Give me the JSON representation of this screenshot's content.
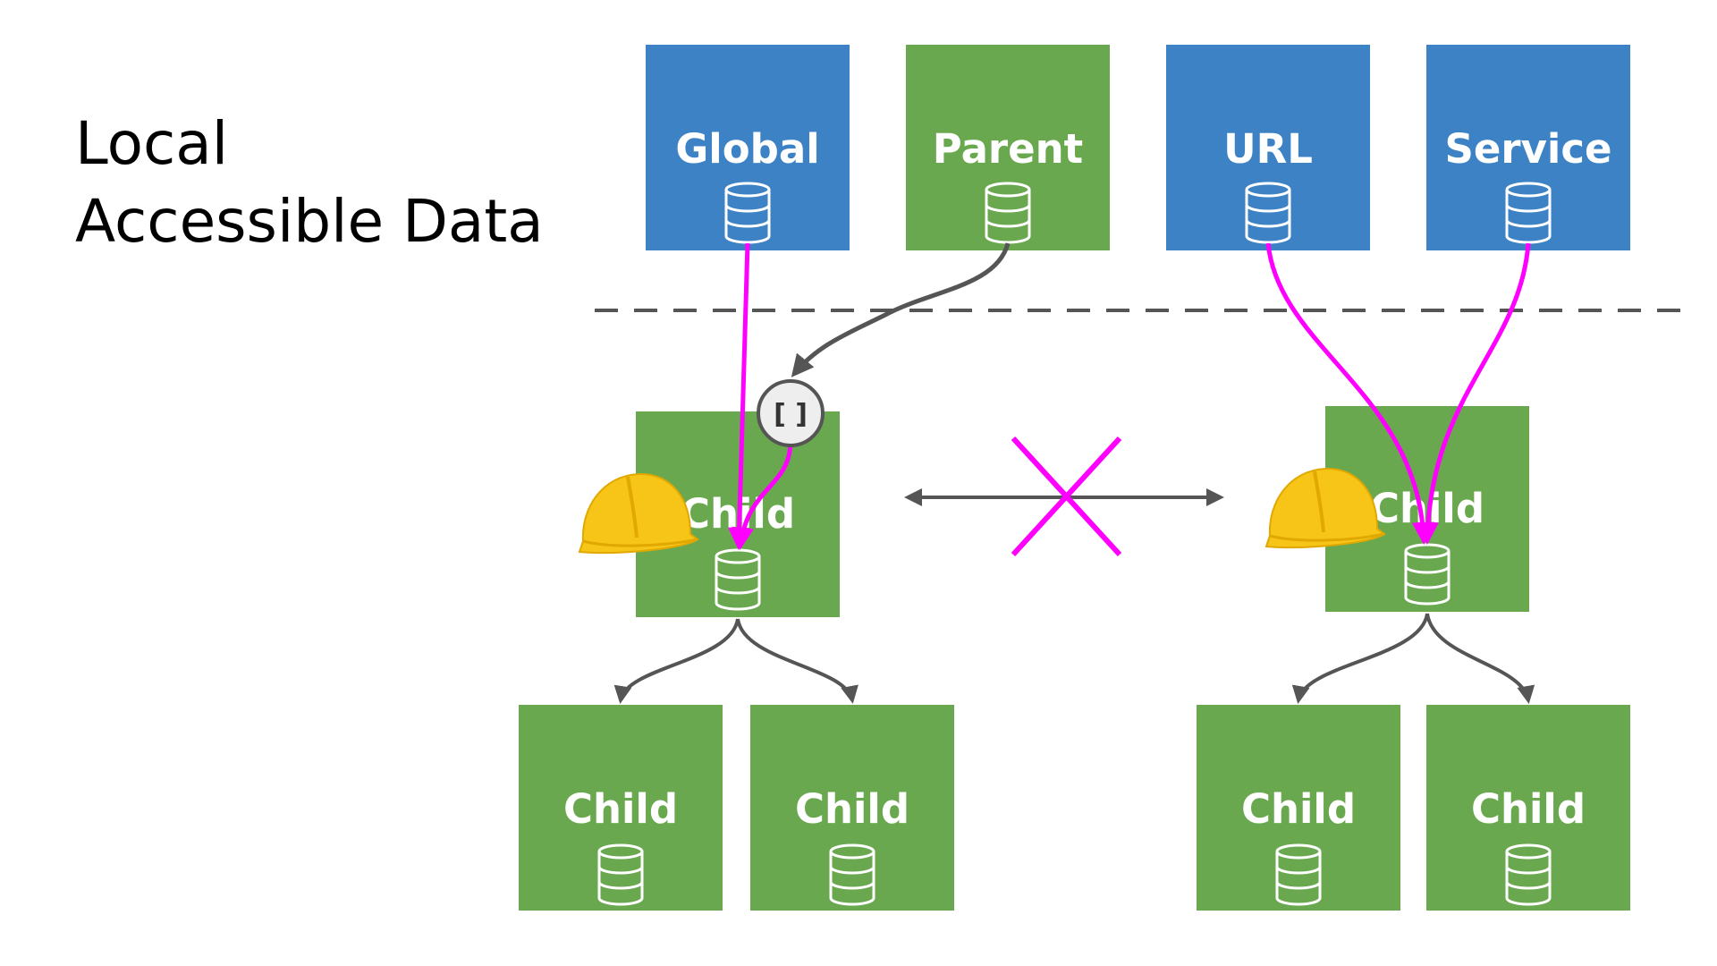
{
  "title": {
    "line1": "Local",
    "line2": "Accessible Data"
  },
  "colors": {
    "blue": "#3c82c4",
    "green": "#6aa84f",
    "magenta": "#ff00ff",
    "arrow_gray": "#555555",
    "dash_gray": "#555555",
    "helmet_yellow": "#f7c517"
  },
  "sources": [
    {
      "id": "global",
      "label": "Global",
      "color": "blue",
      "icon": "database-icon"
    },
    {
      "id": "parent",
      "label": "Parent",
      "color": "green",
      "icon": "database-icon"
    },
    {
      "id": "url",
      "label": "URL",
      "color": "blue",
      "icon": "database-icon"
    },
    {
      "id": "service",
      "label": "Service",
      "color": "blue",
      "icon": "database-icon"
    }
  ],
  "children": [
    {
      "id": "child-left",
      "label": "Child",
      "icon": "database-icon",
      "badge": "hard-hat-icon"
    },
    {
      "id": "child-right",
      "label": "Child",
      "icon": "database-icon",
      "badge": "hard-hat-icon"
    },
    {
      "id": "grandchild-1",
      "label": "Child",
      "icon": "database-icon"
    },
    {
      "id": "grandchild-2",
      "label": "Child",
      "icon": "database-icon"
    },
    {
      "id": "grandchild-3",
      "label": "Child",
      "icon": "database-icon"
    },
    {
      "id": "grandchild-4",
      "label": "Child",
      "icon": "database-icon"
    }
  ],
  "input_binding": {
    "label": "[ ]",
    "icon": "input-binding-icon"
  },
  "no_sharing": {
    "icon": "cross-icon"
  }
}
